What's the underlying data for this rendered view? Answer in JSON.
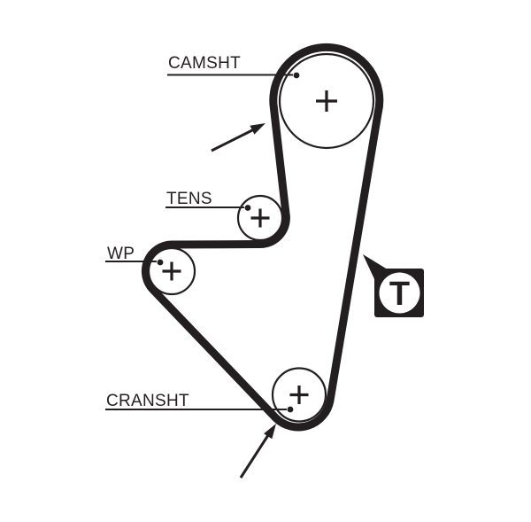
{
  "colors": {
    "ink": "#231f20",
    "background": "#ffffff"
  },
  "labels": {
    "camshaft": "CAMSHT",
    "tensioner": "TENS",
    "water_pump": "WP",
    "crankshaft": "CRANSHT"
  },
  "timing_marker": {
    "letter": "T"
  }
}
